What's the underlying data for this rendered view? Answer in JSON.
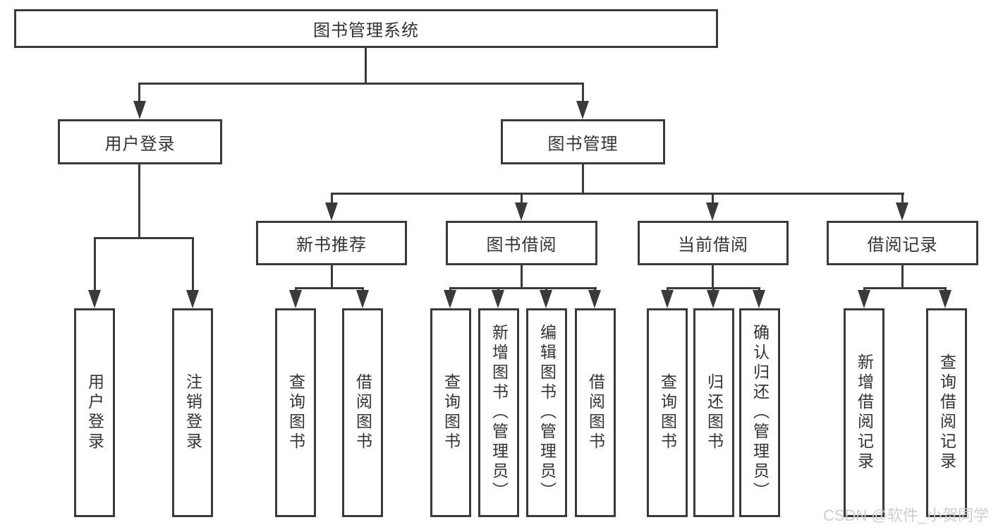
{
  "diagram": {
    "root": {
      "label": "图书管理系统"
    },
    "branches": [
      {
        "label": "用户登录",
        "children": [
          {
            "label": "用户登录"
          },
          {
            "label": "注销登录"
          }
        ]
      },
      {
        "label": "图书管理",
        "children": [
          {
            "label": "新书推荐",
            "children": [
              {
                "label": "查询图书"
              },
              {
                "label": "借阅图书"
              }
            ]
          },
          {
            "label": "图书借阅",
            "children": [
              {
                "label": "查询图书"
              },
              {
                "label": "新增图书（管理员）"
              },
              {
                "label": "编辑图书（管理员）"
              },
              {
                "label": "借阅图书"
              }
            ]
          },
          {
            "label": "当前借阅",
            "children": [
              {
                "label": "查询图书"
              },
              {
                "label": "归还图书"
              },
              {
                "label": "确认归还（管理员）"
              }
            ]
          },
          {
            "label": "借阅记录",
            "children": [
              {
                "label": "新增借阅记录"
              },
              {
                "label": "查询借阅记录"
              }
            ]
          }
        ]
      }
    ]
  },
  "watermark": {
    "text": "CSDN @软件_小贺同学"
  },
  "colors": {
    "line": "#3a3a3a",
    "text": "#333333",
    "watermark": "#cbced4",
    "background": "#ffffff"
  }
}
